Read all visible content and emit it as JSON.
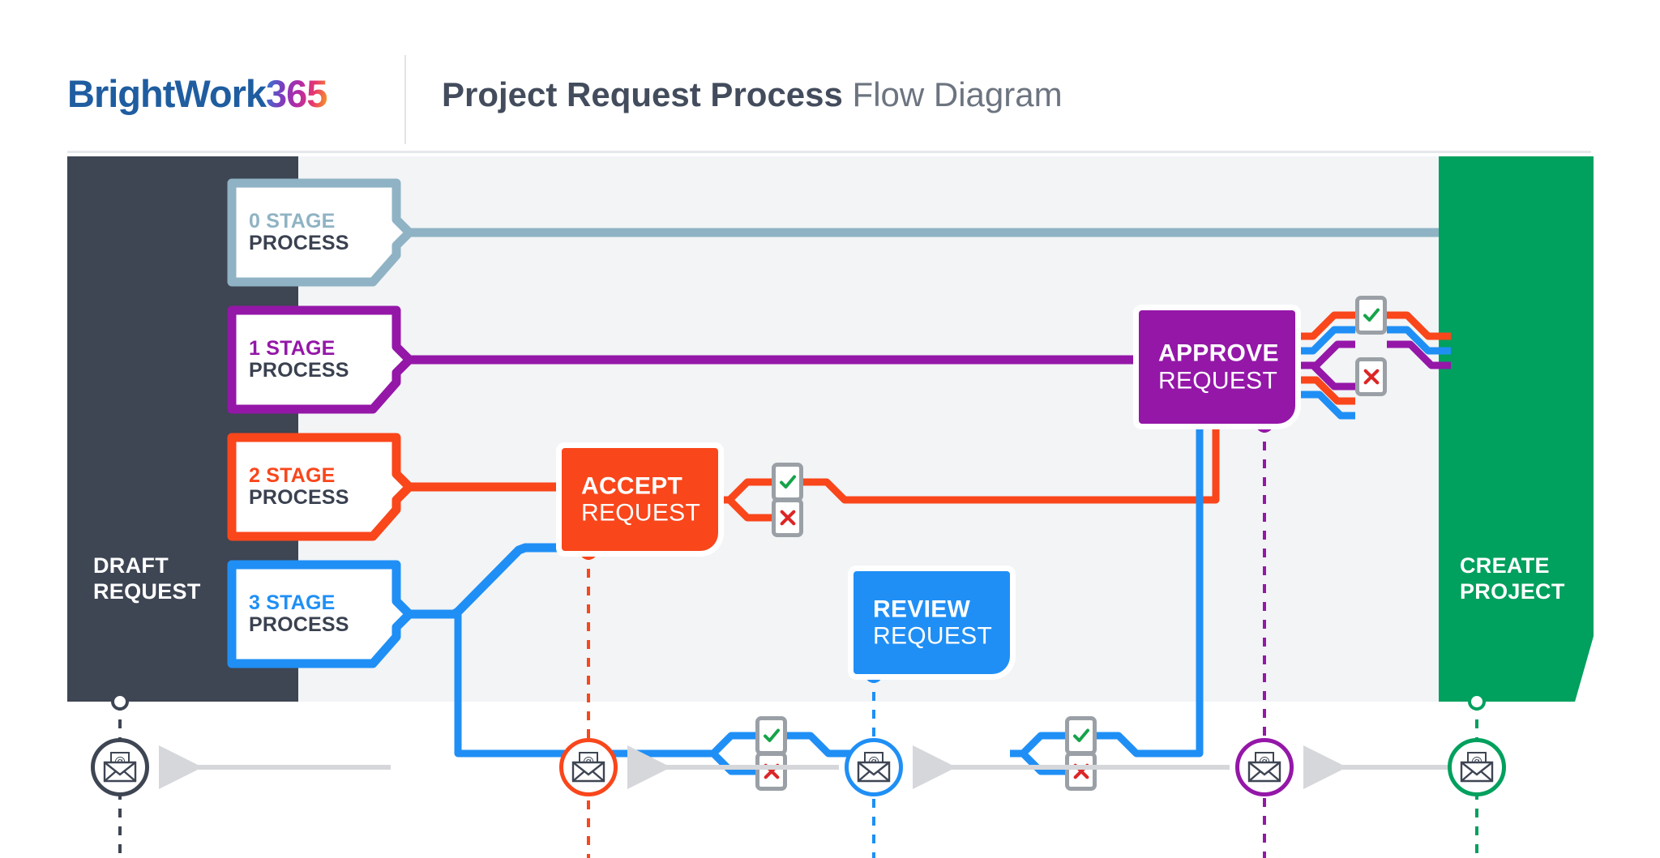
{
  "header": {
    "logo_primary": "BrightWork",
    "logo_accent": "365",
    "title_strong": "Project Request Process",
    "title_light": "Flow Diagram"
  },
  "panels": {
    "left": {
      "line1": "DRAFT",
      "line2": "REQUEST",
      "color": "#3E4553"
    },
    "right": {
      "line1": "CREATE",
      "line2": "PROJECT",
      "color": "#00A05E"
    }
  },
  "stages": [
    {
      "count": "0 STAGE",
      "word": "PROCESS",
      "color": "#8FB3C4"
    },
    {
      "count": "1 STAGE",
      "word": "PROCESS",
      "color": "#9417A8"
    },
    {
      "count": "2 STAGE",
      "word": "PROCESS",
      "color": "#F9461B"
    },
    {
      "count": "3 STAGE",
      "word": "PROCESS",
      "color": "#1F8FF5"
    }
  ],
  "actions": [
    {
      "verb": "ACCEPT",
      "noun": "REQUEST",
      "color": "#F9461B"
    },
    {
      "verb": "REVIEW",
      "noun": "REQUEST",
      "color": "#1F8FF5"
    },
    {
      "verb": "APPROVE",
      "noun": "REQUEST",
      "color": "#9417A8"
    }
  ],
  "decisions": [
    {
      "name": "accept-approved",
      "icon": "check-icon"
    },
    {
      "name": "accept-rejected",
      "icon": "cross-icon"
    },
    {
      "name": "review-approved",
      "icon": "check-icon"
    },
    {
      "name": "review-rejected",
      "icon": "cross-icon"
    },
    {
      "name": "review2-approved",
      "icon": "check-icon"
    },
    {
      "name": "review2-rejected",
      "icon": "cross-icon"
    },
    {
      "name": "approve-approved",
      "icon": "check-icon"
    },
    {
      "name": "approve-rejected",
      "icon": "cross-icon"
    }
  ],
  "notifications": [
    {
      "name": "draft-email",
      "icon": "email-icon",
      "color": "#3E4553"
    },
    {
      "name": "accept-email",
      "icon": "email-icon",
      "color": "#F9461B"
    },
    {
      "name": "review-email",
      "icon": "email-icon",
      "color": "#1F8FF5"
    },
    {
      "name": "approve-email",
      "icon": "email-icon",
      "color": "#9417A8"
    },
    {
      "name": "create-email",
      "icon": "email-icon",
      "color": "#00A05E"
    }
  ],
  "colors": {
    "stage0": "#8FB3C4",
    "stage1": "#9417A8",
    "stage2": "#F9461B",
    "stage3": "#1F8FF5",
    "dark": "#3E4553",
    "green": "#00A05E",
    "canvas": "#f2f4f6",
    "check": "#16A34A",
    "cross": "#DC2626",
    "mark_border": "#9AA0A6",
    "arrow": "#D5D7DA"
  }
}
